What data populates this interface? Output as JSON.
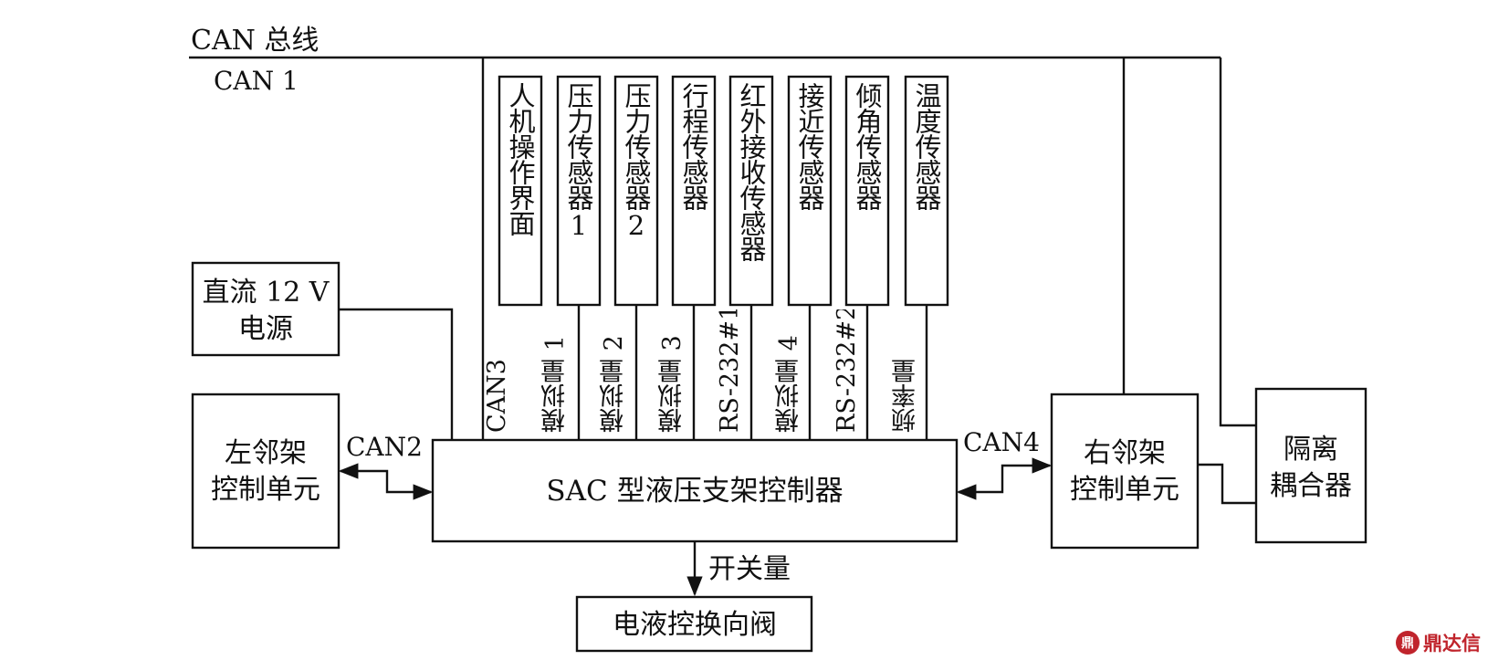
{
  "bus": {
    "label": "CAN 总线",
    "sub_label": "CAN 1"
  },
  "sensors": [
    {
      "label": "人机操作界面",
      "signal": "CAN3"
    },
    {
      "label": "压力传感器1",
      "signal": "模拟量 1"
    },
    {
      "label": "压力传感器2",
      "signal": "模拟量 2"
    },
    {
      "label": "行程传感器",
      "signal": "模拟量 3"
    },
    {
      "label": "红外接收传感器",
      "signal": "RS-232#1"
    },
    {
      "label": "接近传感器",
      "signal": "模拟量 4"
    },
    {
      "label": "倾角传感器",
      "signal": "RS-232#2"
    },
    {
      "label": "温度传感器",
      "signal": "频率量"
    }
  ],
  "power": {
    "line1": "直流 12 V",
    "line2": "电源"
  },
  "left_unit": {
    "line1": "左邻架",
    "line2": "控制单元",
    "link": "CAN2"
  },
  "controller": {
    "label": "SAC 型液压支架控制器"
  },
  "right_unit": {
    "line1": "右邻架",
    "line2": "控制单元",
    "link": "CAN4"
  },
  "coupler": {
    "line1": "隔离",
    "line2": "耦合器"
  },
  "output": {
    "signal": "开关量",
    "valve": "电液控换向阀"
  },
  "watermark": {
    "logo": "鼎",
    "text": "鼎达信"
  }
}
